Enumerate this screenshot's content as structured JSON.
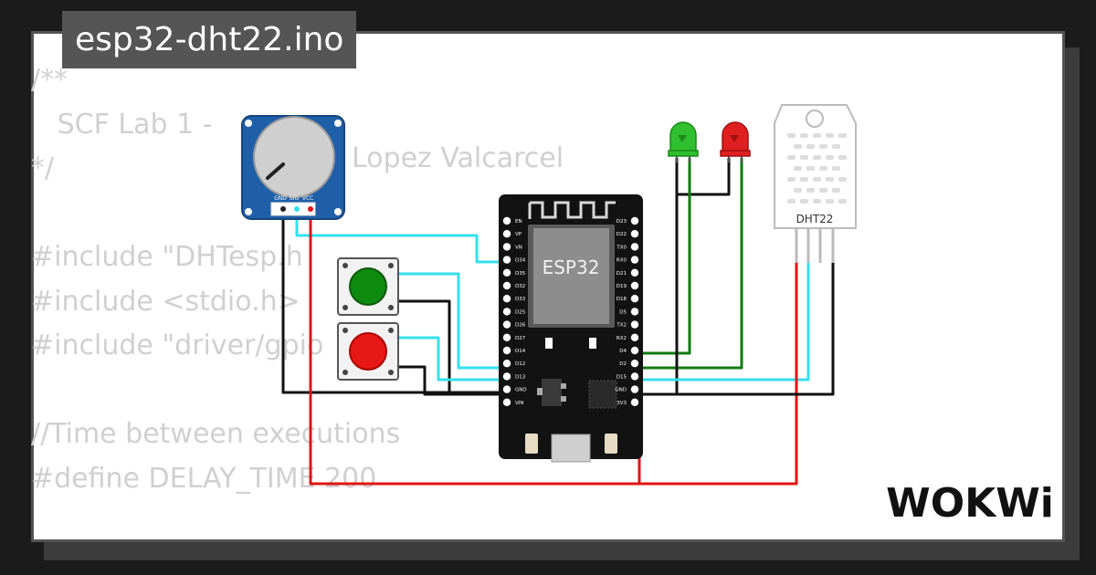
{
  "title": "esp32-dht22.ino",
  "code_lines": [
    "/**",
    "   SCF Lab 1 - ",
    "*/",
    "",
    "#include \"DHTesp.h",
    "#include <stdio.h>",
    "#include \"driver/gpio",
    "",
    "//Time between executions",
    "#define DELAY_TIME 200"
  ],
  "code_fragment_right": "Lopez Valcarcel",
  "brand": "WOKWi",
  "components": {
    "mcu_label": "ESP32",
    "sensor_label": "DHT22",
    "pot_pins": [
      "GND",
      "SIG",
      "VCC"
    ],
    "esp_left_pins": [
      "EN",
      "VP",
      "VN",
      "D34",
      "D35",
      "D32",
      "D33",
      "D25",
      "D26",
      "D27",
      "D14",
      "D12",
      "D13",
      "GND",
      "VIN"
    ],
    "esp_right_pins": [
      "D23",
      "D22",
      "TX0",
      "RX0",
      "D21",
      "D19",
      "D18",
      "D5",
      "TX2",
      "RX2",
      "D4",
      "D2",
      "D15",
      "GND",
      "3V3"
    ]
  },
  "colors": {
    "wire_data": "#33e0ee",
    "wire_power": "#e01515",
    "wire_ground": "#111111",
    "wire_led": "#107a10",
    "board": "#121212",
    "pcb_blue": "#1f5fa8",
    "led_green": "#2fbf2f",
    "led_red": "#e02020",
    "button_green": "#0e8a0e",
    "button_red": "#e81818"
  }
}
